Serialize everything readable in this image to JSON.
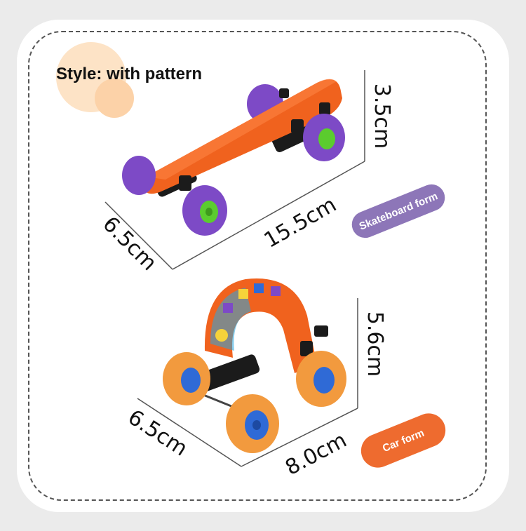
{
  "header": {
    "style_label": "Style: with pattern"
  },
  "skateboard": {
    "height": "3.5cm",
    "length": "15.5cm",
    "width": "6.5cm",
    "badge": "Skateboard form",
    "badge_color": "#8d76b8"
  },
  "car": {
    "height": "5.6cm",
    "length": "8.0cm",
    "width": "6.5cm",
    "badge": "Car form",
    "badge_color": "#ee6b2f"
  },
  "colors": {
    "deck_orange": "#f0621e",
    "wheel_purple": "#7d4ac6",
    "hub_green": "#5bcc2e",
    "wheel_orange": "#f29a3e",
    "hub_blue": "#2f6ad6",
    "truck_black": "#1b1b1b"
  }
}
